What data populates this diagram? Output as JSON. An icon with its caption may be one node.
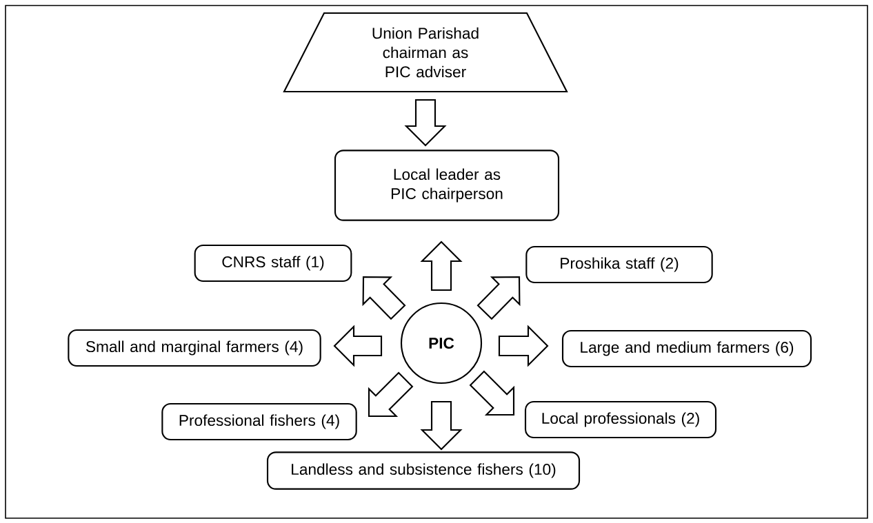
{
  "diagram": {
    "nodes": [
      {
        "text": [
          "Union Parishad chairman as PIC adviser"
        ]
      },
      {
        "text": [
          "Local leader as PIC chairperson"
        ]
      },
      {
        "text": [
          "CNRS staff (1)"
        ]
      },
      {
        "text": [
          "Proshika staff (2)"
        ]
      },
      {
        "text": [
          "Small and marginal farmers (4)"
        ]
      },
      {
        "text": [
          "PIC"
        ]
      },
      {
        "text": [
          "Large and medium farmers (6)"
        ]
      },
      {
        "text": [
          "Professional fishers (4)"
        ]
      },
      {
        "text": [
          "Local professionals (2)"
        ]
      },
      {
        "text": [
          "Landless and subsistence fishers (10)"
        ]
      }
    ],
    "edges": [
      {
        "from": 0,
        "to": 1,
        "arrow": "to"
      },
      {
        "from": 5,
        "to": 1,
        "arrow": "to"
      },
      {
        "from": 5,
        "to": 2,
        "arrow": "to"
      },
      {
        "from": 5,
        "to": 3,
        "arrow": "to"
      },
      {
        "from": 5,
        "to": 4,
        "arrow": "to"
      },
      {
        "from": 5,
        "to": 6,
        "arrow": "to"
      },
      {
        "from": 5,
        "to": 7,
        "arrow": "to"
      },
      {
        "from": 5,
        "to": 8,
        "arrow": "to"
      },
      {
        "from": 5,
        "to": 9,
        "arrow": "to"
      }
    ]
  }
}
